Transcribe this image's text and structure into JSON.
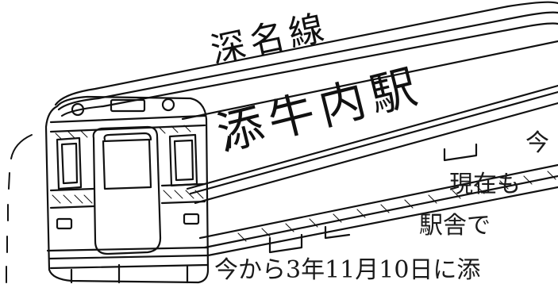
{
  "train": {
    "line_name": "深名線",
    "station_name": "添牛内駅"
  },
  "side_text": {
    "line1": "今",
    "line2": "現在も",
    "line3": "駅舎で",
    "line4": "今から3年11月10日に添"
  }
}
